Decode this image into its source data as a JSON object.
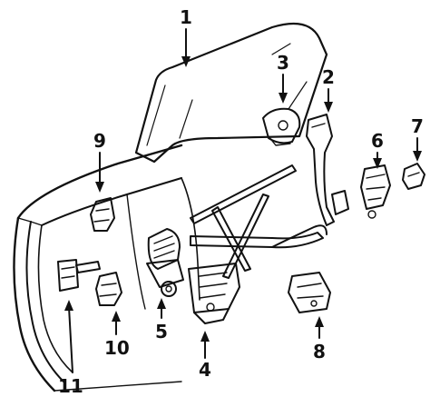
{
  "diagram": {
    "callouts": [
      {
        "id": "1",
        "label": "1"
      },
      {
        "id": "2",
        "label": "2"
      },
      {
        "id": "3",
        "label": "3"
      },
      {
        "id": "4",
        "label": "4"
      },
      {
        "id": "5",
        "label": "5"
      },
      {
        "id": "6",
        "label": "6"
      },
      {
        "id": "7",
        "label": "7"
      },
      {
        "id": "8",
        "label": "8"
      },
      {
        "id": "9",
        "label": "9"
      },
      {
        "id": "10",
        "label": "10"
      },
      {
        "id": "11",
        "label": "11"
      }
    ],
    "colors": {
      "ink": "#111111",
      "background": "#ffffff"
    }
  }
}
